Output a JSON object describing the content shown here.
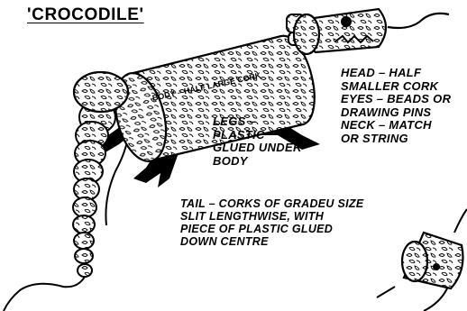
{
  "title": "'CROCODILE'",
  "labels": {
    "body": "BODY – HALF LARGE CORK",
    "head": "HEAD – HALF\nSMALLER CORK\nEYES – BEADS OR\nDRAWING PINS\nNECK – MATCH\nOR STRING",
    "legs": "LEGS –\nPLASTIC\nGLUED UNDER\nBODY",
    "tail": "TAIL – CORKS OF GRADEU SIZE\n         SLIT LENGTHWISE, WITH\n         PIECE OF PLASTIC GLUED\n         DOWN CENTRE"
  }
}
